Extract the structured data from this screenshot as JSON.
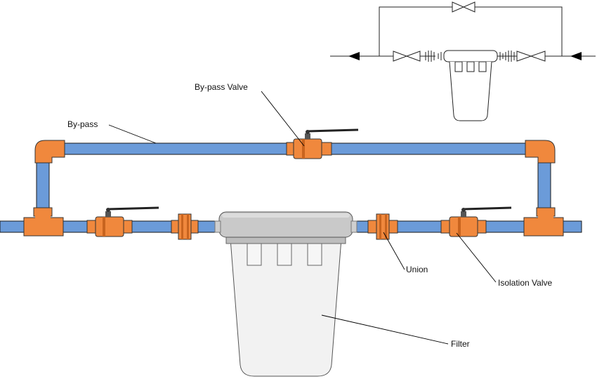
{
  "labels": {
    "bypass": "By-pass",
    "bypass_valve": "By-pass Valve",
    "union": "Union",
    "isolation_valve": "Isolation Valve",
    "filter": "Filter"
  },
  "colors": {
    "pipe": "#6b9bd9",
    "fitting": "#f0883d",
    "fitting_dark": "#c8641f",
    "filter_cap": "#c9c9c9",
    "filter_bowl": "#f2f2f2",
    "line": "#000000"
  }
}
